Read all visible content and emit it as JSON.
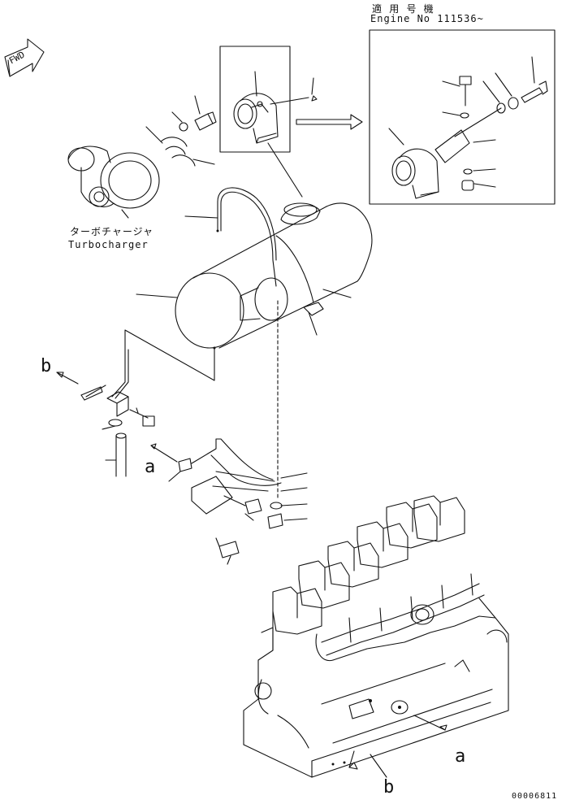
{
  "labels": {
    "applicable_jp": "適 用 号 機",
    "engine_no": "Engine No 111536~",
    "turbo_jp": "ターボチャージャ",
    "turbo_en": "Turbocharger",
    "fwd": "FWD",
    "ref_a": "a",
    "ref_b": "b",
    "drawing_no": "00006811"
  },
  "colors": {
    "line": "#111111",
    "background": "#ffffff"
  }
}
